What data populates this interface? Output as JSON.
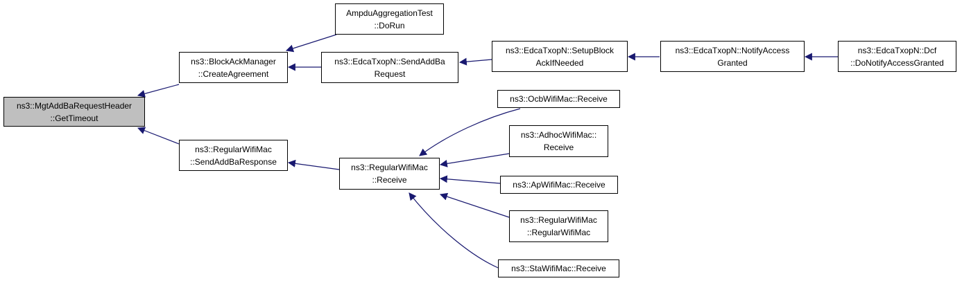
{
  "colors": {
    "edge": "#191970",
    "root_fill": "#bfbfbf",
    "node_fill": "#ffffff",
    "border": "#000000"
  },
  "nodes": {
    "get_timeout": {
      "line1": "ns3::MgtAddBaRequestHeader",
      "line2": "::GetTimeout"
    },
    "create_agreement": {
      "line1": "ns3::BlockAckManager",
      "line2": "::CreateAgreement"
    },
    "send_addba_response": {
      "line1": "ns3::RegularWifiMac",
      "line2": "::SendAddBaResponse"
    },
    "ampdu_dorun": {
      "line1": "AmpduAggregationTest",
      "line2": "::DoRun"
    },
    "send_addba_request": {
      "line1": "ns3::EdcaTxopN::SendAddBa",
      "line2": "Request"
    },
    "setup_block_ack": {
      "line1": "ns3::EdcaTxopN::SetupBlock",
      "line2": "AckIfNeeded"
    },
    "notify_access": {
      "line1": "ns3::EdcaTxopN::NotifyAccess",
      "line2": "Granted"
    },
    "dcf_notify": {
      "line1": "ns3::EdcaTxopN::Dcf",
      "line2": "::DoNotifyAccessGranted"
    },
    "regular_receive": {
      "line1": "ns3::RegularWifiMac",
      "line2": "::Receive"
    },
    "ocb_receive": {
      "line1": "ns3::OcbWifiMac::Receive"
    },
    "adhoc_receive": {
      "line1": "ns3::AdhocWifiMac::",
      "line2": "Receive"
    },
    "ap_receive": {
      "line1": "ns3::ApWifiMac::Receive"
    },
    "regular_ctor": {
      "line1": "ns3::RegularWifiMac",
      "line2": "::RegularWifiMac"
    },
    "sta_receive": {
      "line1": "ns3::StaWifiMac::Receive"
    }
  }
}
